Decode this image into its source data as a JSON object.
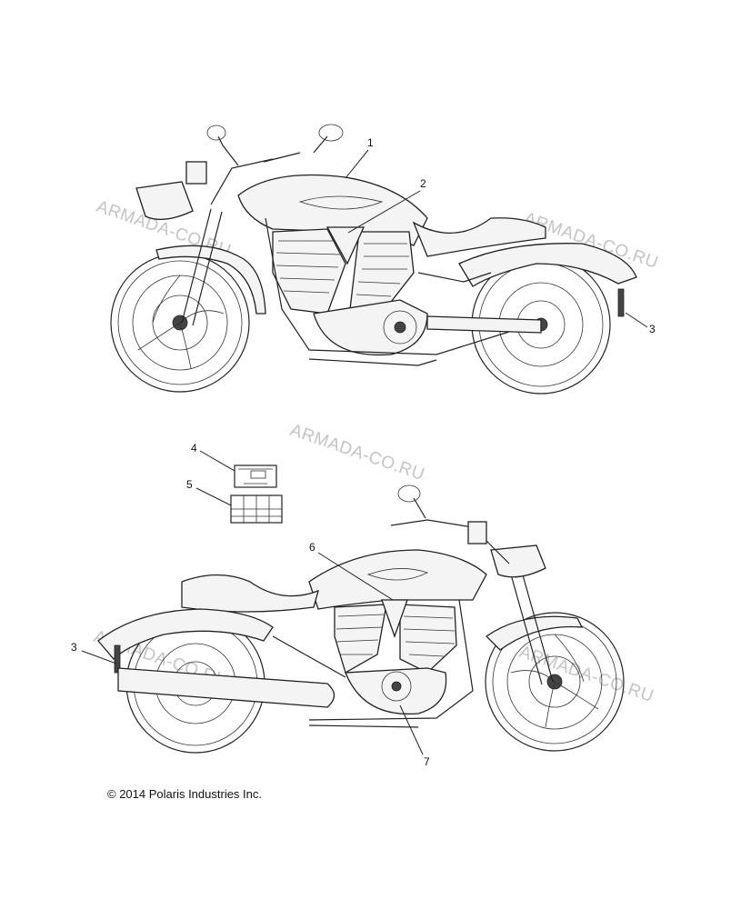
{
  "callouts": {
    "c1": "1",
    "c2": "2",
    "c3_top": "3",
    "c4": "4",
    "c5": "5",
    "c6": "6",
    "c3_bottom": "3",
    "c7": "7"
  },
  "watermarks": {
    "w1": "ARMADA-CO.RU",
    "w2": "ARMADA-CO.RU",
    "w3": "ARMADA-CO.RU",
    "w4": "ARMADA-CO.RU",
    "w5": "ARMADA-CO.RU"
  },
  "copyright": "© 2014 Polaris Industries Inc."
}
